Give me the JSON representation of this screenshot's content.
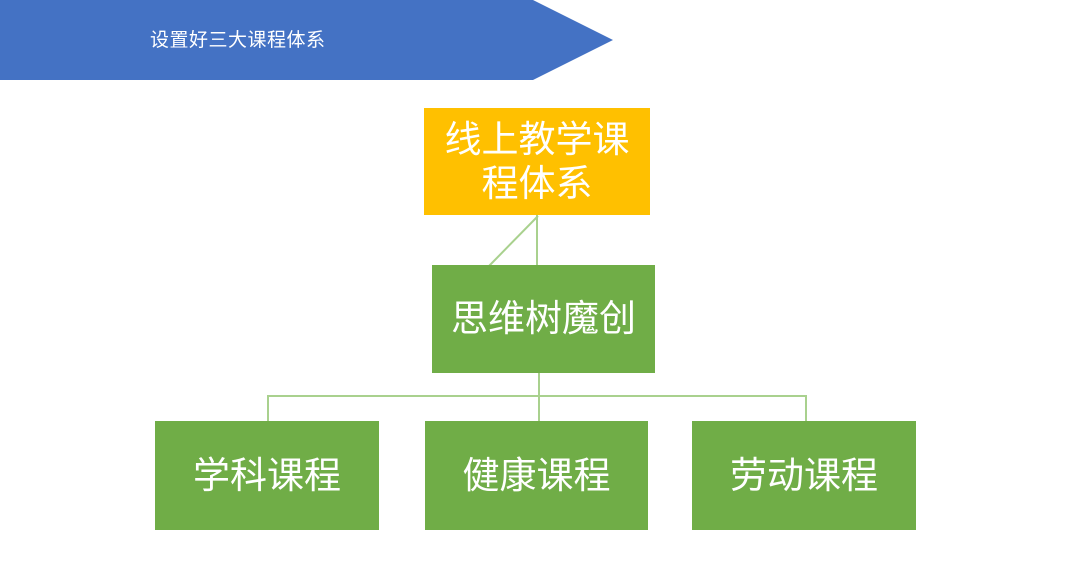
{
  "banner": {
    "title": "设置好三大课程体系",
    "fill_color": "#4472C4",
    "text_color": "#FFFFFF"
  },
  "diagram": {
    "type": "hierarchy",
    "root": {
      "label": "线上教学课程体系",
      "fill_color": "#FFC000",
      "text_color": "#FFFFFF"
    },
    "middle": {
      "label": "思维树魔创",
      "fill_color": "#70AD47",
      "text_color": "#FFFFFF"
    },
    "leaves": [
      {
        "label": "学科课程",
        "fill_color": "#70AD47",
        "text_color": "#FFFFFF"
      },
      {
        "label": "健康课程",
        "fill_color": "#70AD47",
        "text_color": "#FFFFFF"
      },
      {
        "label": "劳动课程",
        "fill_color": "#70AD47",
        "text_color": "#FFFFFF"
      }
    ],
    "connector_color": "#A9D18E"
  }
}
